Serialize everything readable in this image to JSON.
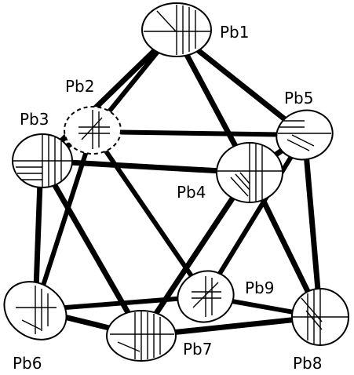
{
  "atoms": {
    "pb1": "Pb1",
    "pb2": "Pb2",
    "pb3": "Pb3",
    "pb4": "Pb4",
    "pb5": "Pb5",
    "pb6": "Pb6",
    "pb7": "Pb7",
    "pb8": "Pb8",
    "pb9": "Pb9"
  }
}
